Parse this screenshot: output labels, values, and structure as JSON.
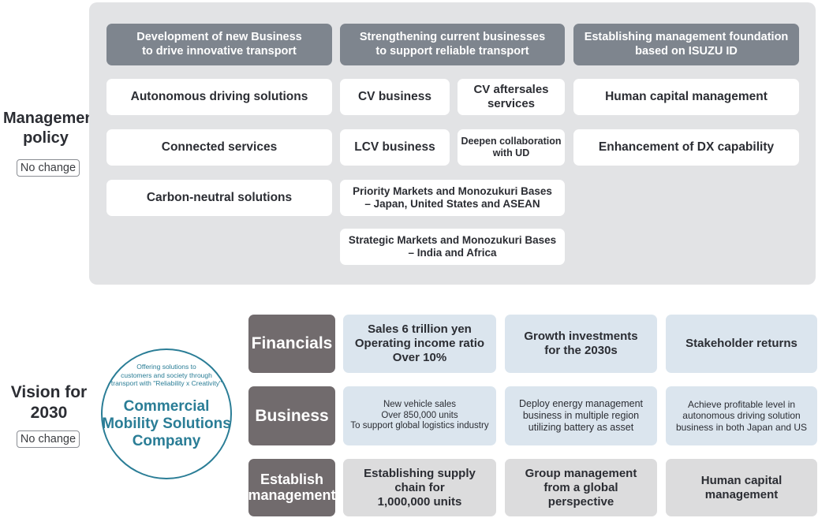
{
  "management_policy": {
    "title": "Management\npolicy",
    "badge": "No change",
    "headers": [
      "Development of new Business\nto drive innovative transport",
      "Strengthening current businesses\nto support reliable transport",
      "Establishing management foundation\nbased on ISUZU ID"
    ],
    "new_business": [
      "Autonomous driving solutions",
      "Connected services",
      "Carbon-neutral solutions"
    ],
    "current_business": {
      "cv_business": "CV business",
      "cv_aftersales": "CV aftersales\nservices",
      "lcv_business": "LCV business",
      "ud_collaboration": "Deepen collaboration\nwith UD",
      "priority_markets": "Priority Markets and Monozukuri Bases\n– Japan, United States and ASEAN",
      "strategic_markets": "Strategic Markets and Monozukuri Bases\n– India and Africa"
    },
    "foundation": [
      "Human capital management",
      "Enhancement of DX capability"
    ]
  },
  "vision": {
    "title": "Vision for\n2030",
    "badge": "No change",
    "circle_small": "Offering solutions to\ncustomers and society through\ntransport with \"Reliability x Creativity\"",
    "circle_big": "Commercial\nMobility Solutions\nCompany",
    "rows": [
      {
        "label": "Financials",
        "cells": [
          "Sales 6 trillion yen\nOperating income ratio\nOver 10%",
          "Growth investments\nfor the 2030s",
          "Stakeholder returns"
        ]
      },
      {
        "label": "Business",
        "cells": [
          "New vehicle sales\nOver 850,000 units\nTo support global logistics industry",
          "Deploy energy management\nbusiness in multiple region\nutilizing battery as asset",
          "Achieve profitable level in\nautonomous driving solution\nbusiness in both Japan and US"
        ]
      },
      {
        "label": "Establish\nmanagement",
        "cells": [
          "Establishing supply\nchain for\n1,000,000 units",
          "Group management\nfrom a global\nperspective",
          "Human capital\nmanagement"
        ]
      }
    ]
  },
  "colors": {
    "panel_bg": "#e2e3e5",
    "header_bg": "#7e858e",
    "row_label_bg": "#716b6d",
    "blue_cell": "#dbe5ee",
    "grey_cell": "#dcdcdd",
    "circle_text": "#2a7d96"
  }
}
